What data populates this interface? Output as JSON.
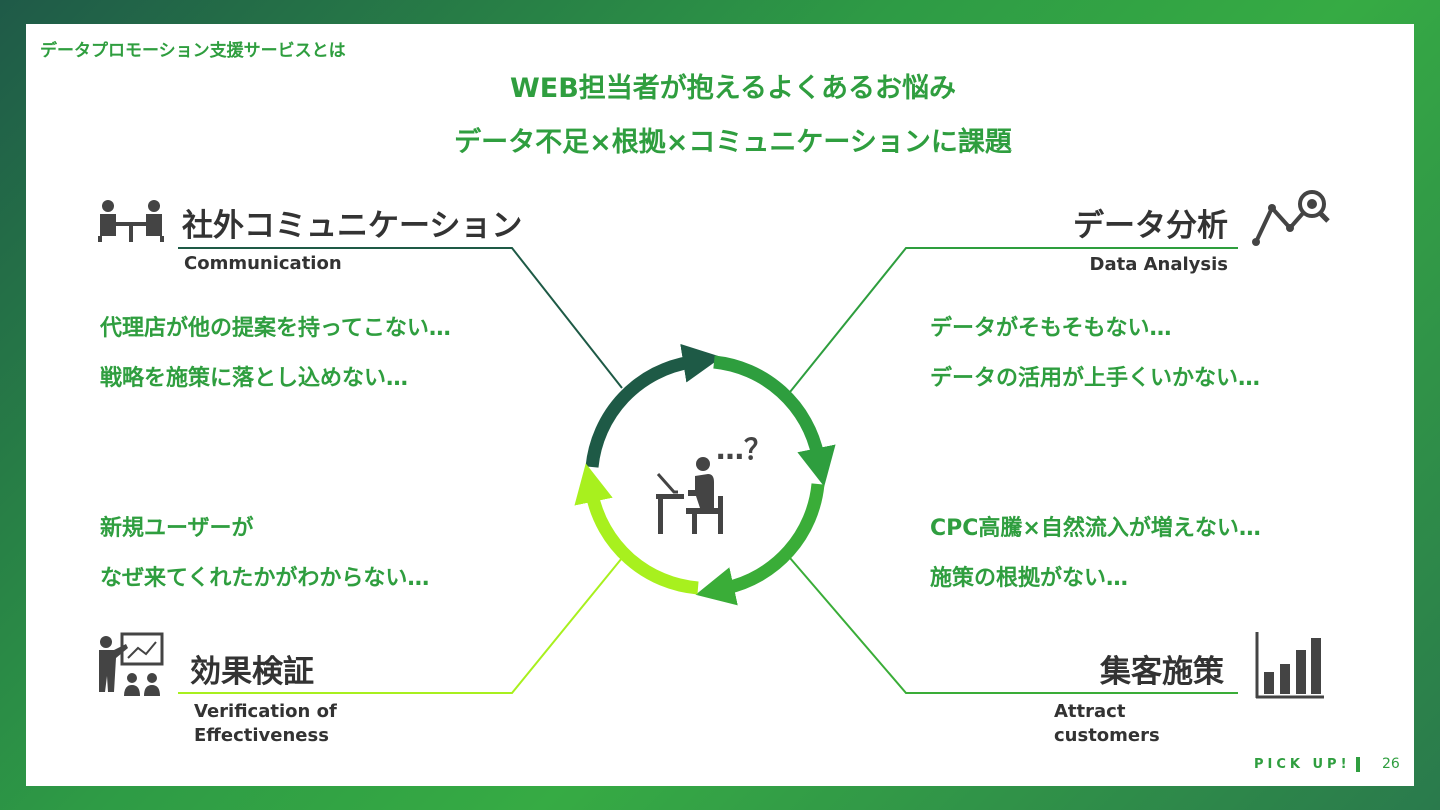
{
  "section_title": "データプロモーション支援サービスとは",
  "headline": {
    "line1": "WEB担当者が抱えるよくあるお悩み",
    "line2": "データ不足×根拠×コミュニケーションに課題"
  },
  "categories": {
    "communication": {
      "title": "社外コミュニケーション",
      "sub": "Communication",
      "icon": "meeting-icon",
      "pains": [
        "代理店が他の提案を持ってこない…",
        "戦略を施策に落とし込めない…"
      ]
    },
    "data_analysis": {
      "title": "データ分析",
      "sub": "Data Analysis",
      "icon": "analytics-icon",
      "pains": [
        "データがそもそもない…",
        "データの活用が上手くいかない…"
      ]
    },
    "verification": {
      "title": "効果検証",
      "sub_lines": [
        "Verification of",
        "Effectiveness"
      ],
      "icon": "presentation-icon",
      "pains": [
        "新規ユーザーが",
        "なぜ来てくれたかがわからない…"
      ]
    },
    "attract": {
      "title": "集客施策",
      "sub_lines": [
        "Attract",
        "customers"
      ],
      "icon": "bar-chart-icon",
      "pains": [
        "CPC高騰×自然流入が増えない…",
        "施策の根拠がない…"
      ]
    }
  },
  "center": {
    "thought": "…？",
    "icon": "person-at-desk-icon"
  },
  "colors": {
    "communication": "#1e5a46",
    "data_analysis": "#2e9e3e",
    "attract": "#3aad38",
    "verification": "#a8f01e"
  },
  "footer": {
    "label": "PICK UP!",
    "page": "26"
  }
}
